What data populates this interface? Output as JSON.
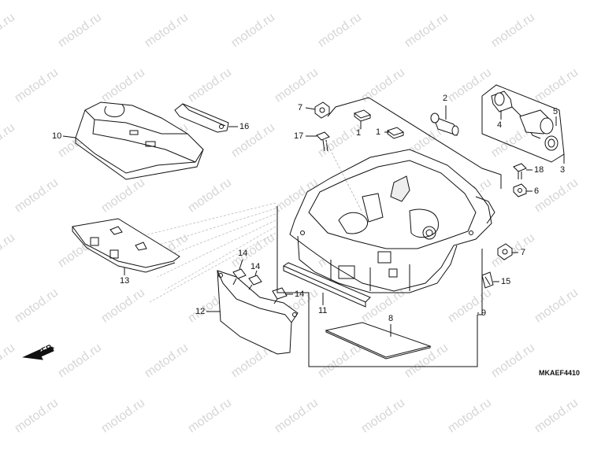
{
  "watermark": {
    "text": "motod.ru",
    "color": "#d6d6d6"
  },
  "diagram_code": "MKAEF4410",
  "front_marker": "FR.",
  "callouts": {
    "c1a": "1",
    "c1b": "1",
    "c2": "2",
    "c3": "3",
    "c4": "4",
    "c5": "5",
    "c6": "6",
    "c7a": "7",
    "c7b": "7",
    "c8": "8",
    "c9": "9",
    "c10": "10",
    "c11": "11",
    "c12": "12",
    "c13": "13",
    "c14a": "14",
    "c14b": "14",
    "c14c": "14",
    "c15": "15",
    "c16": "16",
    "c17": "17",
    "c18": "18"
  },
  "colors": {
    "line": "#111111",
    "fill": "#ffffff",
    "shade": "#9a9a9a",
    "guide": "#bdbdbd"
  }
}
